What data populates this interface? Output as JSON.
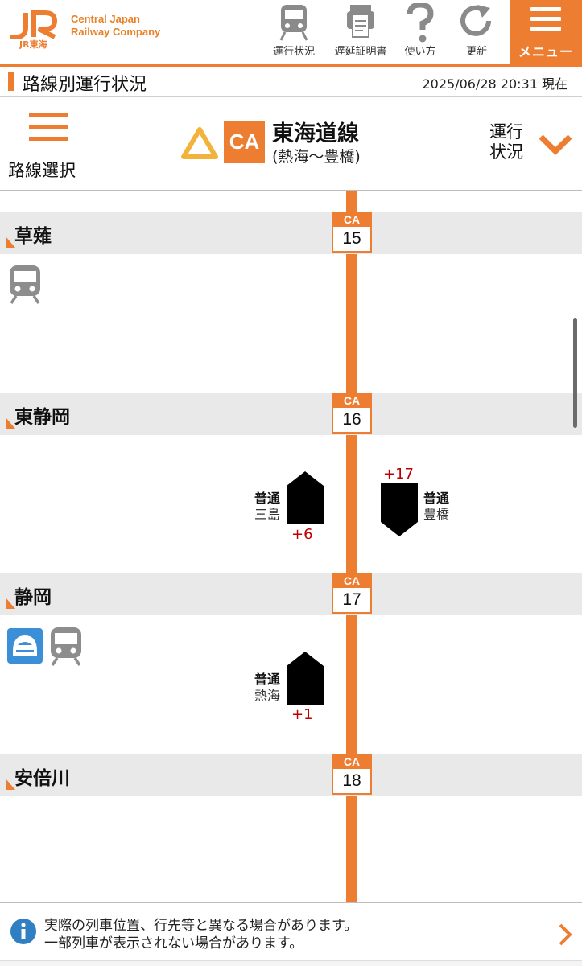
{
  "header": {
    "brand_line1": "Central Japan",
    "brand_line2": "Railway Company",
    "logo_sub": "JR東海",
    "nav": [
      {
        "label": "運行状況",
        "icon": "train-icon"
      },
      {
        "label": "遅延証明書",
        "icon": "certificate-icon"
      },
      {
        "label": "使い方",
        "icon": "question-icon"
      },
      {
        "label": "更新",
        "icon": "refresh-icon"
      }
    ],
    "menu_label": "メニュー"
  },
  "subheader": {
    "title": "路線別運行状況",
    "timestamp": "2025/06/28 20:31 現在"
  },
  "line_bar": {
    "route_select_label": "路線選択",
    "line_code": "CA",
    "line_name": "東海道線",
    "line_range": "(熱海〜豊橋)",
    "status_label_1": "運行",
    "status_label_2": "状況",
    "alert_icon": "warning-triangle-icon"
  },
  "stations": [
    {
      "name": "草薙",
      "code": "CA",
      "number": "15"
    },
    {
      "name": "東静岡",
      "code": "CA",
      "number": "16"
    },
    {
      "name": "静岡",
      "code": "CA",
      "number": "17"
    },
    {
      "name": "安倍川",
      "code": "CA",
      "number": "18"
    }
  ],
  "trains": [
    {
      "type": "普通",
      "destination": "三島",
      "delay": "+6",
      "direction": "up"
    },
    {
      "type": "普通",
      "destination": "豊橋",
      "delay": "+17",
      "direction": "down"
    },
    {
      "type": "普通",
      "destination": "熱海",
      "delay": "+1",
      "direction": "up"
    }
  ],
  "notice": {
    "line1": "実際の列車位置、行先等と異なる場合があります。",
    "line2": "一部列車が表示されない場合があります。"
  },
  "colors": {
    "accent": "#ed7d31",
    "delay": "#c00000",
    "station_bg": "#e9e9e9",
    "shinkansen_blue": "#3a8fd6",
    "warning_yellow": "#f2b33d"
  }
}
